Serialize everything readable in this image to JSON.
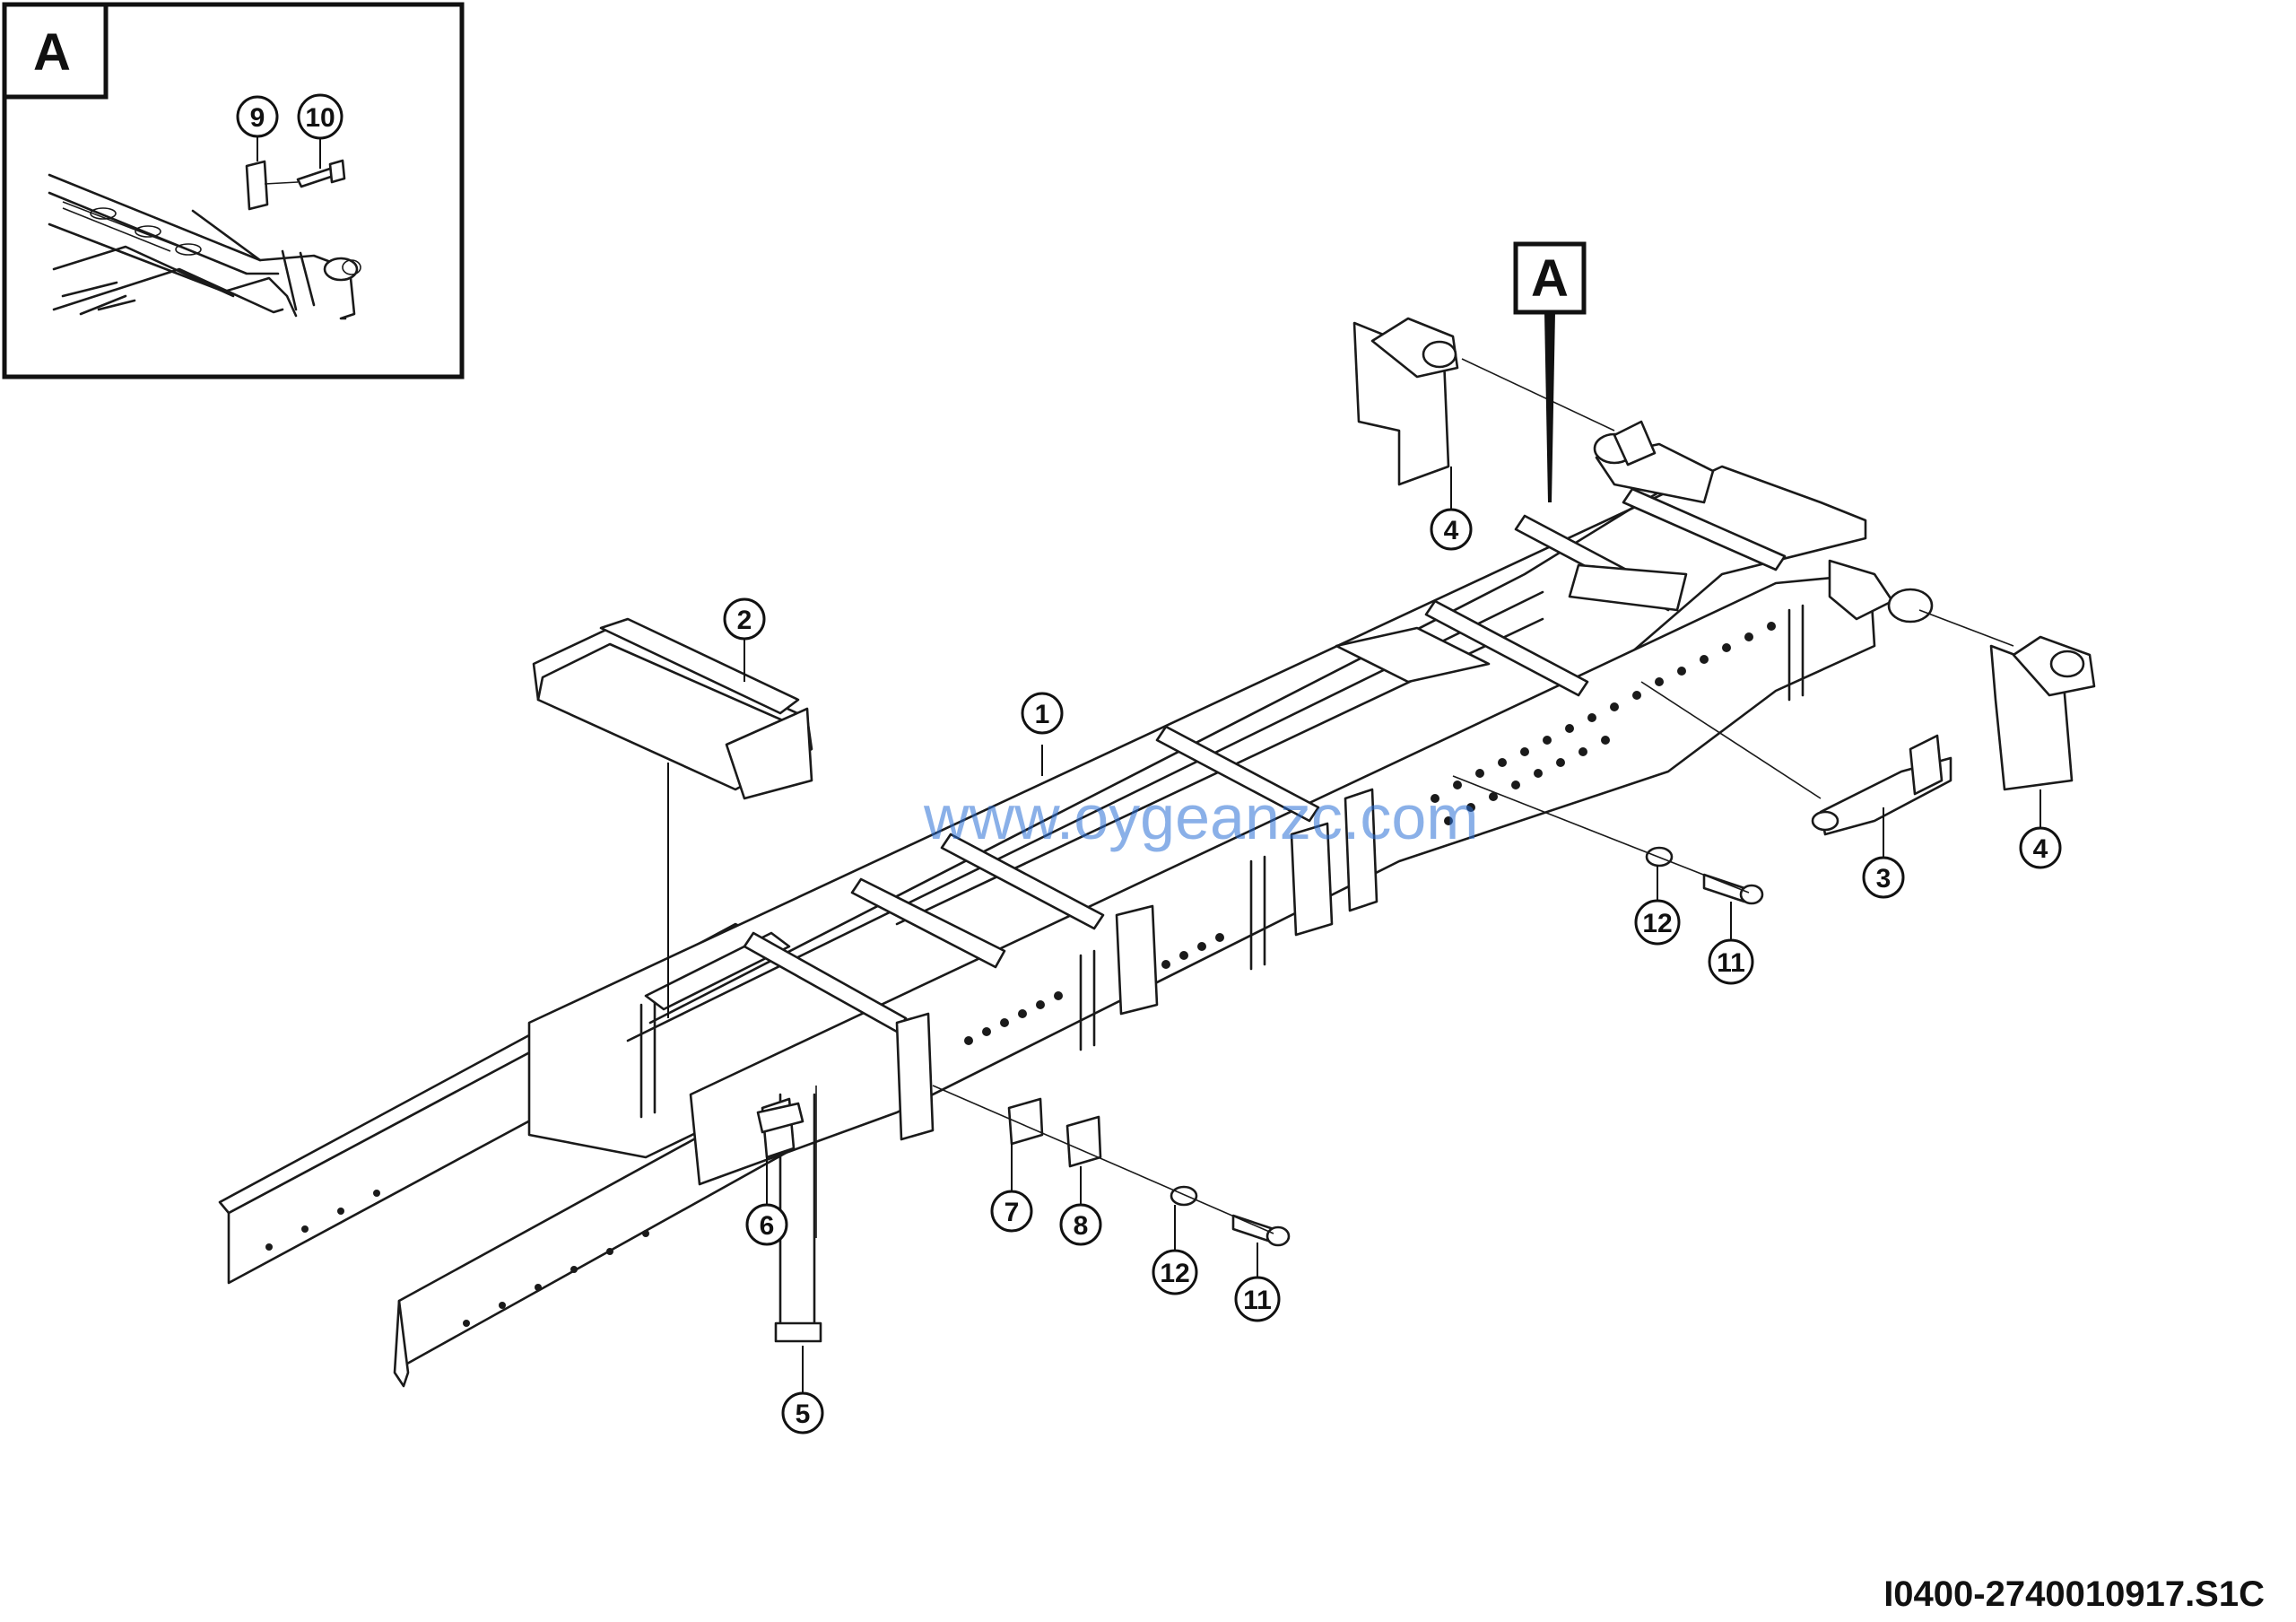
{
  "detail_label": "A",
  "view_marker_label": "A",
  "watermark": "www.oygeanzc.com",
  "document_id": "I0400-2740010917.S1C",
  "callouts": {
    "c1": "1",
    "c2": "2",
    "c3": "3",
    "c4a": "4",
    "c4b": "4",
    "c5": "5",
    "c6": "6",
    "c7": "7",
    "c8": "8",
    "c9": "9",
    "c10": "10",
    "c11a": "11",
    "c11b": "11",
    "c12a": "12",
    "c12b": "12"
  }
}
